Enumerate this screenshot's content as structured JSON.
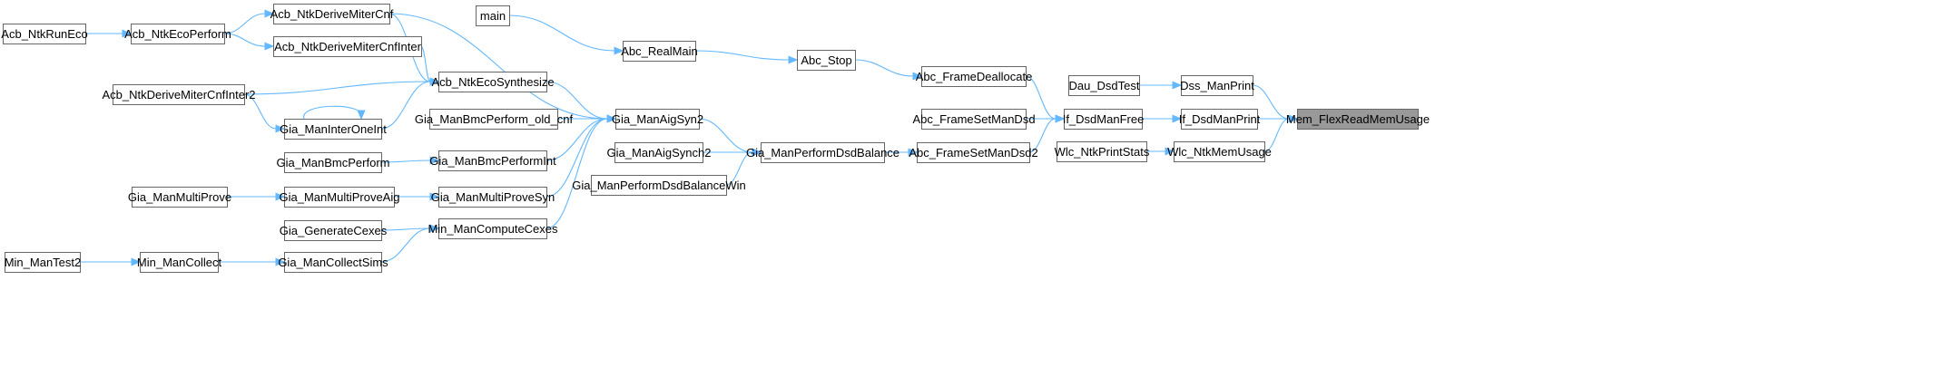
{
  "root": "Mem_FlexReadMemUsage",
  "nodes": [
    {
      "id": "Acb_NtkRunEco",
      "label": "Acb_NtkRunEco"
    },
    {
      "id": "Acb_NtkEcoPerform",
      "label": "Acb_NtkEcoPerform"
    },
    {
      "id": "Acb_NtkDeriveMiterCnf",
      "label": "Acb_NtkDeriveMiterCnf"
    },
    {
      "id": "Acb_NtkDeriveMiterCnfInter",
      "label": "Acb_NtkDeriveMiterCnfInter"
    },
    {
      "id": "Acb_NtkDeriveMiterCnfInter2",
      "label": "Acb_NtkDeriveMiterCnfInter2"
    },
    {
      "id": "Gia_ManInterOneInt",
      "label": "Gia_ManInterOneInt"
    },
    {
      "id": "Acb_NtkEcoSynthesize",
      "label": "Acb_NtkEcoSynthesize"
    },
    {
      "id": "Gia_ManBmcPerform_old_cnf",
      "label": "Gia_ManBmcPerform_old_cnf"
    },
    {
      "id": "Gia_ManBmcPerform",
      "label": "Gia_ManBmcPerform"
    },
    {
      "id": "Gia_ManBmcPerformInt",
      "label": "Gia_ManBmcPerformInt"
    },
    {
      "id": "Gia_ManMultiProve",
      "label": "Gia_ManMultiProve"
    },
    {
      "id": "Gia_ManMultiProveAig",
      "label": "Gia_ManMultiProveAig"
    },
    {
      "id": "Gia_ManMultiProveSyn",
      "label": "Gia_ManMultiProveSyn"
    },
    {
      "id": "Gia_GenerateCexes",
      "label": "Gia_GenerateCexes"
    },
    {
      "id": "Min_ManComputeCexes",
      "label": "Min_ManComputeCexes"
    },
    {
      "id": "Min_ManTest2",
      "label": "Min_ManTest2"
    },
    {
      "id": "Min_ManCollect",
      "label": "Min_ManCollect"
    },
    {
      "id": "Gia_ManCollectSims",
      "label": "Gia_ManCollectSims"
    },
    {
      "id": "main",
      "label": "main"
    },
    {
      "id": "Abc_RealMain",
      "label": "Abc_RealMain"
    },
    {
      "id": "Gia_ManAigSyn2",
      "label": "Gia_ManAigSyn2"
    },
    {
      "id": "Gia_ManAigSynch2",
      "label": "Gia_ManAigSynch2"
    },
    {
      "id": "Gia_ManPerformDsdBalanceWin",
      "label": "Gia_ManPerformDsdBalanceWin"
    },
    {
      "id": "Gia_ManPerformDsdBalance",
      "label": "Gia_ManPerformDsdBalance"
    },
    {
      "id": "Abc_Stop",
      "label": "Abc_Stop"
    },
    {
      "id": "Abc_FrameDeallocate",
      "label": "Abc_FrameDeallocate"
    },
    {
      "id": "Abc_FrameSetManDsd",
      "label": "Abc_FrameSetManDsd"
    },
    {
      "id": "Abc_FrameSetManDsd2",
      "label": "Abc_FrameSetManDsd2"
    },
    {
      "id": "Dau_DsdTest",
      "label": "Dau_DsdTest"
    },
    {
      "id": "If_DsdManFree",
      "label": "If_DsdManFree"
    },
    {
      "id": "Wlc_NtkPrintStats",
      "label": "Wlc_NtkPrintStats"
    },
    {
      "id": "Dss_ManPrint",
      "label": "Dss_ManPrint"
    },
    {
      "id": "If_DsdManPrint",
      "label": "If_DsdManPrint"
    },
    {
      "id": "Wlc_NtkMemUsage",
      "label": "Wlc_NtkMemUsage"
    },
    {
      "id": "Mem_FlexReadMemUsage",
      "label": "Mem_FlexReadMemUsage"
    }
  ],
  "edges": [
    {
      "from": "Acb_NtkRunEco",
      "to": "Acb_NtkEcoPerform"
    },
    {
      "from": "Acb_NtkEcoPerform",
      "to": "Acb_NtkDeriveMiterCnf"
    },
    {
      "from": "Acb_NtkEcoPerform",
      "to": "Acb_NtkDeriveMiterCnfInter"
    },
    {
      "from": "Acb_NtkDeriveMiterCnf",
      "to": "Acb_NtkEcoSynthesize"
    },
    {
      "from": "Acb_NtkDeriveMiterCnf",
      "to": "Gia_ManAigSyn2"
    },
    {
      "from": "Acb_NtkDeriveMiterCnfInter",
      "to": "Acb_NtkEcoSynthesize"
    },
    {
      "from": "Acb_NtkDeriveMiterCnfInter2",
      "to": "Acb_NtkEcoSynthesize"
    },
    {
      "from": "Acb_NtkDeriveMiterCnfInter2",
      "to": "Gia_ManInterOneInt"
    },
    {
      "from": "Gia_ManInterOneInt",
      "to": "Gia_ManInterOneInt"
    },
    {
      "from": "Gia_ManInterOneInt",
      "to": "Acb_NtkEcoSynthesize"
    },
    {
      "from": "Acb_NtkEcoSynthesize",
      "to": "Gia_ManAigSyn2"
    },
    {
      "from": "Gia_ManBmcPerform_old_cnf",
      "to": "Gia_ManAigSyn2"
    },
    {
      "from": "Gia_ManBmcPerform",
      "to": "Gia_ManBmcPerformInt"
    },
    {
      "from": "Gia_ManBmcPerformInt",
      "to": "Gia_ManAigSyn2"
    },
    {
      "from": "Gia_ManMultiProve",
      "to": "Gia_ManMultiProveAig"
    },
    {
      "from": "Gia_ManMultiProveAig",
      "to": "Gia_ManMultiProveSyn"
    },
    {
      "from": "Gia_ManMultiProveSyn",
      "to": "Gia_ManAigSyn2"
    },
    {
      "from": "Gia_GenerateCexes",
      "to": "Min_ManComputeCexes"
    },
    {
      "from": "Min_ManComputeCexes",
      "to": "Gia_ManAigSyn2"
    },
    {
      "from": "Min_ManTest2",
      "to": "Min_ManCollect"
    },
    {
      "from": "Min_ManCollect",
      "to": "Gia_ManCollectSims"
    },
    {
      "from": "Gia_ManCollectSims",
      "to": "Min_ManComputeCexes"
    },
    {
      "from": "main",
      "to": "Abc_RealMain"
    },
    {
      "from": "Abc_RealMain",
      "to": "Abc_Stop"
    },
    {
      "from": "Gia_ManAigSyn2",
      "to": "Gia_ManPerformDsdBalance"
    },
    {
      "from": "Gia_ManAigSynch2",
      "to": "Gia_ManPerformDsdBalance"
    },
    {
      "from": "Gia_ManPerformDsdBalanceWin",
      "to": "Gia_ManPerformDsdBalance"
    },
    {
      "from": "Gia_ManPerformDsdBalance",
      "to": "Abc_FrameSetManDsd2"
    },
    {
      "from": "Abc_Stop",
      "to": "Abc_FrameDeallocate"
    },
    {
      "from": "Abc_FrameDeallocate",
      "to": "If_DsdManFree"
    },
    {
      "from": "Abc_FrameSetManDsd",
      "to": "If_DsdManFree"
    },
    {
      "from": "Abc_FrameSetManDsd2",
      "to": "If_DsdManFree"
    },
    {
      "from": "Dau_DsdTest",
      "to": "Dss_ManPrint"
    },
    {
      "from": "If_DsdManFree",
      "to": "If_DsdManPrint"
    },
    {
      "from": "Wlc_NtkPrintStats",
      "to": "Wlc_NtkMemUsage"
    },
    {
      "from": "Dss_ManPrint",
      "to": "Mem_FlexReadMemUsage"
    },
    {
      "from": "If_DsdManPrint",
      "to": "Mem_FlexReadMemUsage"
    },
    {
      "from": "Wlc_NtkMemUsage",
      "to": "Mem_FlexReadMemUsage"
    }
  ]
}
